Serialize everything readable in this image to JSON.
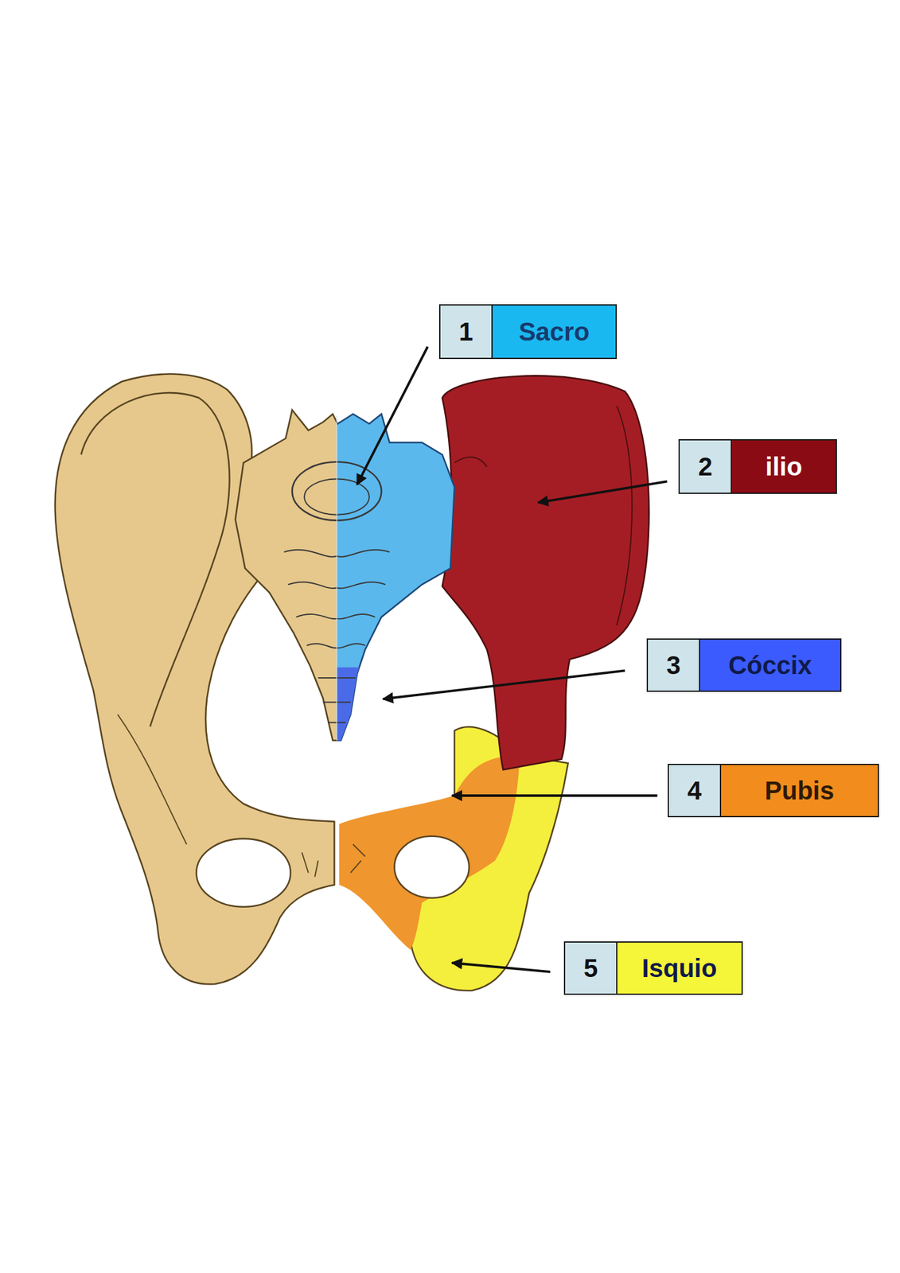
{
  "diagram": {
    "nodes": [
      {
        "text": [
          "1",
          "Sacro"
        ]
      },
      {
        "text": [
          "2",
          "ilio"
        ]
      },
      {
        "text": [
          "3",
          "Cóccix"
        ]
      },
      {
        "text": [
          "4",
          "Pubis"
        ]
      },
      {
        "text": [
          "5",
          "Isquio"
        ]
      }
    ]
  }
}
